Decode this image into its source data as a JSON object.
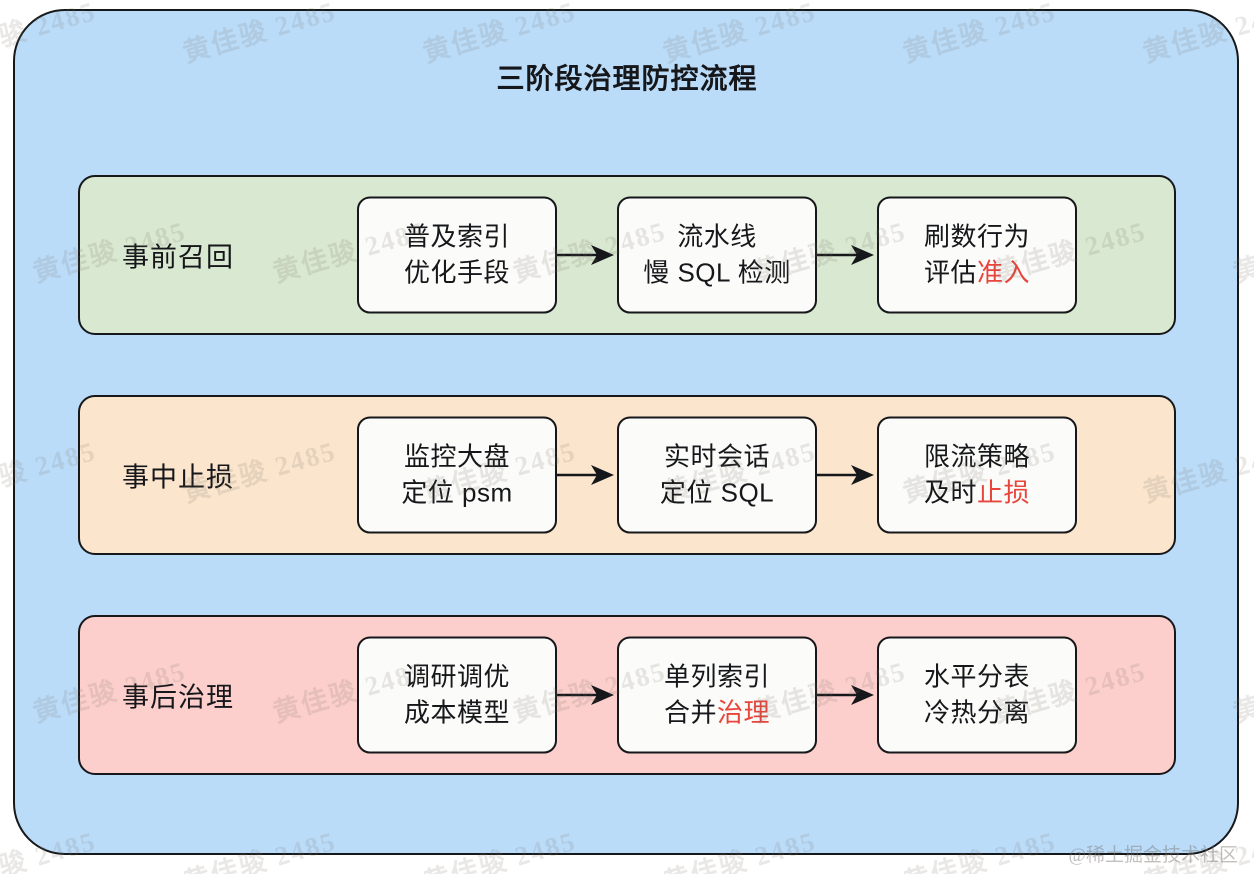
{
  "title": "三阶段治理防控流程",
  "colors": {
    "panel_bg": "#badcf9",
    "panel_border": "#17181a",
    "row_green": "#d9e8d1",
    "row_orange": "#fbe5cd",
    "row_pink": "#fccfcc",
    "node_bg": "#fbfbf9",
    "node_border": "#16171a",
    "highlight_red": "#e8453c",
    "text": "#16171a"
  },
  "rows": [
    {
      "label": "事前召回",
      "band_color": "#d9e8d1",
      "nodes": [
        {
          "line1": "普及索引",
          "line2": "优化手段",
          "highlight": ""
        },
        {
          "line1": "流水线",
          "line2": "慢 SQL 检测",
          "highlight": ""
        },
        {
          "line1": "刷数行为",
          "line2": "评估",
          "highlight": "准入"
        }
      ],
      "arrows": [
        "arrow-right",
        "arrow-right"
      ]
    },
    {
      "label": "事中止损",
      "band_color": "#fbe5cd",
      "nodes": [
        {
          "line1": "监控大盘",
          "line2": "定位 psm",
          "highlight": ""
        },
        {
          "line1": "实时会话",
          "line2": "定位 SQL",
          "highlight": ""
        },
        {
          "line1": "限流策略",
          "line2": "及时",
          "highlight": "止损"
        }
      ],
      "arrows": [
        "arrow-right",
        "arrow-right"
      ]
    },
    {
      "label": "事后治理",
      "band_color": "#fccfcc",
      "nodes": [
        {
          "line1": "调研调优",
          "line2": "成本模型",
          "highlight": ""
        },
        {
          "line1": "单列索引",
          "line2": "合并",
          "highlight": "治理"
        },
        {
          "line1": "水平分表",
          "line2": "冷热分离",
          "highlight": ""
        }
      ],
      "arrows": [
        "arrow-right",
        "arrow-right"
      ]
    }
  ],
  "watermark": {
    "background_text": "黄佳骏 2485",
    "footer_text": "@稀土掘金技术社区"
  }
}
